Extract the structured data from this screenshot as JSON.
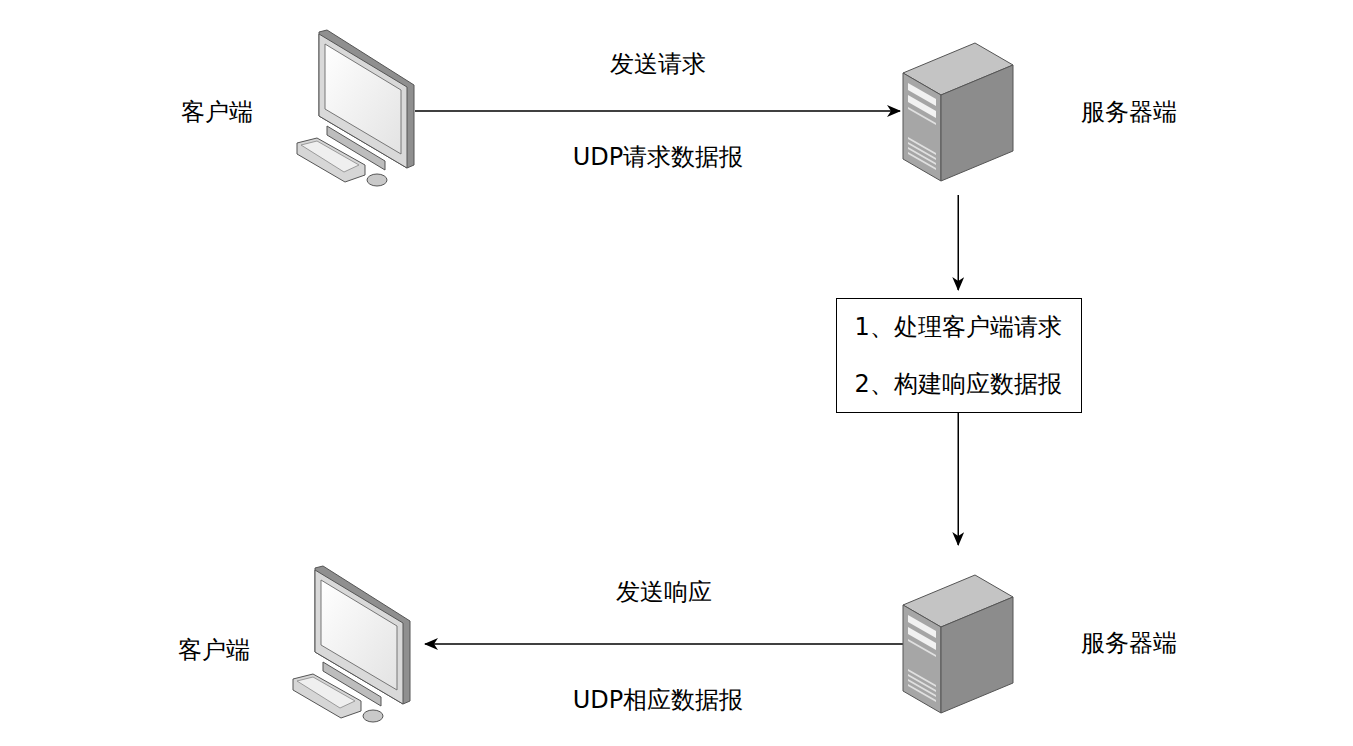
{
  "diagram": {
    "nodes": [
      {
        "text": [
          "客户端"
        ]
      },
      {
        "text": [
          "服务器端"
        ]
      },
      {
        "text": [
          "1、处理客户端请求",
          "2、构建响应数据报"
        ]
      },
      {
        "text": [
          "服务器端"
        ]
      },
      {
        "text": [
          "客户端"
        ]
      }
    ],
    "edges": [
      {
        "from": 0,
        "to": 1,
        "arrow": "to",
        "label": "发送请求"
      },
      {
        "from": 1,
        "to": 2,
        "arrow": "to"
      },
      {
        "from": 2,
        "to": 3,
        "arrow": "to"
      },
      {
        "from": 3,
        "to": 4,
        "arrow": "to",
        "label": "发送响应"
      }
    ],
    "labels": [
      "UDP请求数据报",
      "UDP相应数据报"
    ]
  }
}
